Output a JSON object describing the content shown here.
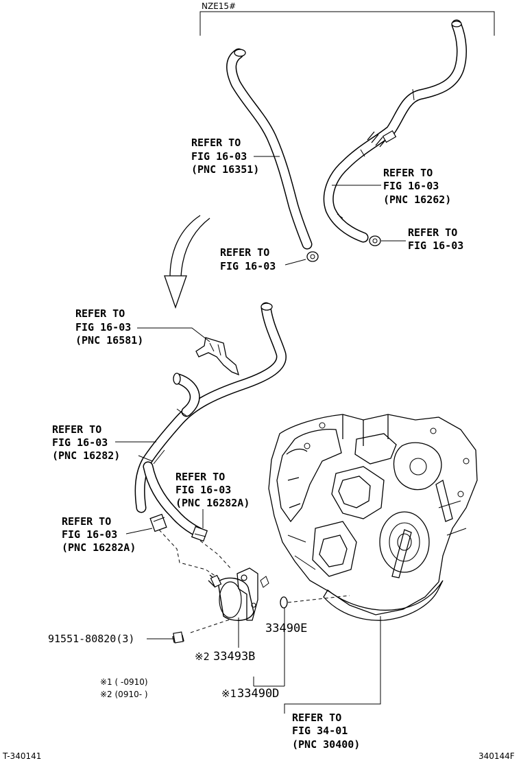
{
  "header": {
    "model_label": "NZE15#"
  },
  "labels": {
    "hose_upper_left": [
      "REFER TO",
      "FIG 16-03",
      "(PNC 16351)"
    ],
    "hose_upper_right": [
      "REFER TO",
      "FIG 16-03",
      "(PNC 16262)"
    ],
    "clamp_right": [
      "REFER TO",
      "FIG 16-03"
    ],
    "clamp_mid": [
      "REFER TO",
      "FIG 16-03"
    ],
    "bracket": [
      "REFER TO",
      "FIG 16-03",
      "(PNC 16581)"
    ],
    "hose_lower": [
      "REFER TO",
      "FIG 16-03",
      "(PNC 16282)"
    ],
    "clamp_lower_right": [
      "REFER TO",
      "FIG 16-03",
      "(PNC 16282A)"
    ],
    "clamp_lower_left": [
      "REFER TO",
      "FIG 16-03",
      "(PNC 16282A)"
    ],
    "transaxle": [
      "REFER TO",
      "FIG 34-01",
      "(PNC 30400)"
    ]
  },
  "parts": {
    "bolt": "91551-80820(3)",
    "gasket": "33490E",
    "cooler": "33493B",
    "cooler_assy": "33490D",
    "cooler_mark": "※2",
    "cooler_assy_mark": "※1"
  },
  "notes": {
    "note1": "※1 (      -0910)",
    "note2": "※2 (0910-      )"
  },
  "footer": {
    "left_code": "T-340141",
    "right_code": "340144F"
  }
}
